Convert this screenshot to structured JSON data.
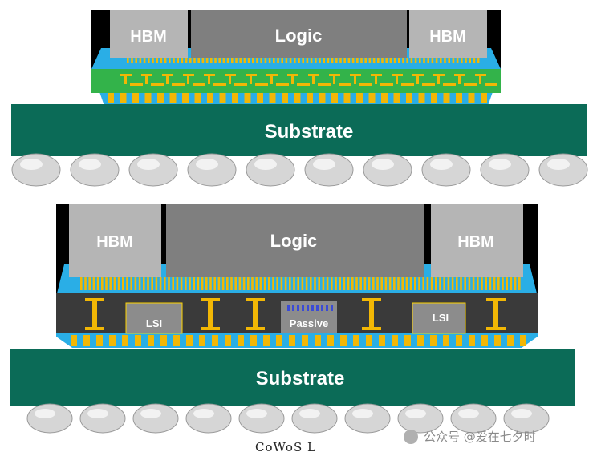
{
  "top_package": {
    "hbm_left": "HBM",
    "logic": "Logic",
    "hbm_right": "HBM",
    "substrate": "Substrate"
  },
  "bottom_package": {
    "hbm_left": "HBM",
    "logic": "Logic",
    "hbm_right": "HBM",
    "lsi_left": "LSI",
    "passive": "Passive",
    "lsi_right": "LSI",
    "substrate": "Substrate"
  },
  "caption": "CoWoS L",
  "watermark": "公众号 @爱在七夕时",
  "colors": {
    "substrate": "#0b6b57",
    "interposer_green": "#33b34a",
    "hbm": "#b5b5b5",
    "logic": "#7f7f7f",
    "underfill": "#2aaee6",
    "bump": "#f2b705",
    "mold_dark": "#3a3a3a",
    "outline": "#000000"
  }
}
